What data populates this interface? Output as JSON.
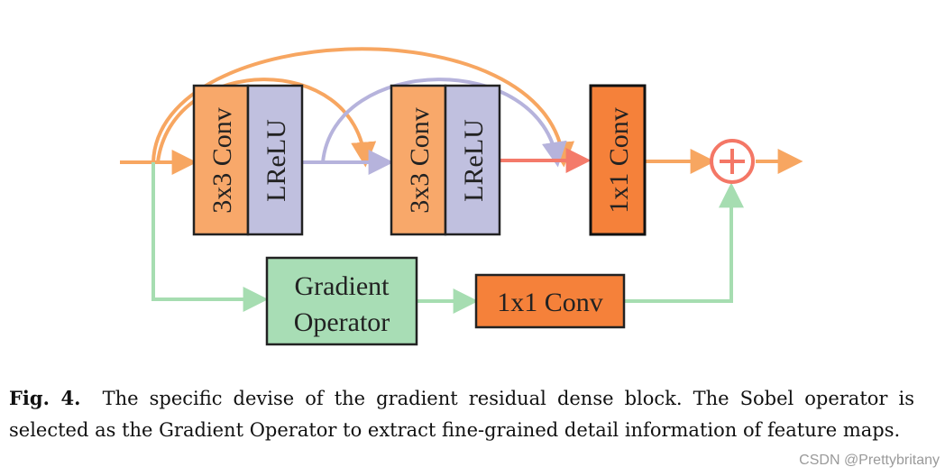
{
  "diagram": {
    "block1": {
      "conv_label": "3x3 Conv",
      "act_label": "LReLU"
    },
    "block2": {
      "conv_label": "3x3 Conv",
      "act_label": "LReLU"
    },
    "fuse_conv": {
      "label": "1x1 Conv"
    },
    "gradient_operator": {
      "line1": "Gradient",
      "line2": "Operator"
    },
    "branch_conv": {
      "label": "1x1 Conv"
    },
    "sum_node": {
      "symbol": "+"
    }
  },
  "colors": {
    "orange_box": "#F8A86A",
    "purple_box": "#C0C0DF",
    "dark_orange_box": "#F5813A",
    "green_box": "#A8DDB5",
    "arrow_orange": "#F7A661",
    "arrow_purple": "#B6B3DC",
    "arrow_green": "#A6DDB1",
    "arrow_red": "#F47A6A",
    "sum_circle": "#F47766"
  },
  "caption": {
    "label": "Fig. 4.",
    "text": "The specific devise of the gradient residual dense block. The Sobel operator is selected as the Gradient Operator to extract fine-grained detail information of feature maps."
  },
  "watermark": "CSDN @Prettybritany"
}
